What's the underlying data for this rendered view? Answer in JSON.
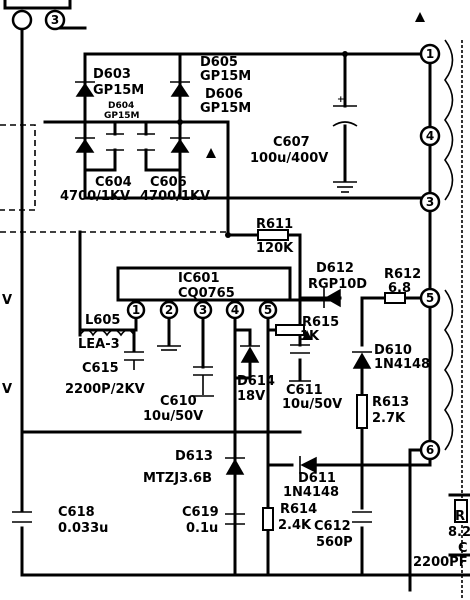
{
  "labels": {
    "d603": "D603",
    "d603_part": "GP15M",
    "d604": "D604",
    "d604_part": "GP15M",
    "d605": "D605",
    "d605_part": "GP15M",
    "d606": "D606",
    "d606_part": "GP15M",
    "c604": "C604",
    "c604_val": "4700/1KV",
    "c606": "C606",
    "c606_val": "4700/1KV",
    "c607": "C607",
    "c607_val": "100u/400V",
    "r611": "R611",
    "r611_val": "120K",
    "ic601": "IC601",
    "ic601_part": "CQ0765",
    "d612": "D612",
    "d612_part": "RGP10D",
    "r612": "R612",
    "r612_val": "6.8",
    "r615": "R615",
    "r615_val": "1K",
    "l605": "L605",
    "l605_part": "LEA-3",
    "c615": "C615",
    "c615_val": "2200P/2KV",
    "c610": "C610",
    "c610_val": "10u/50V",
    "d614": "D614",
    "d614_val": "18V",
    "c611": "C611",
    "c611_val": "10u/50V",
    "d610": "D610",
    "d610_part": "1N4148",
    "r613": "R613",
    "r613_val": "2.7K",
    "d613": "D613",
    "d613_part": "MTZJ3.6B",
    "d611": "D611",
    "d611_part": "1N4148",
    "c618": "C618",
    "c618_val": "0.033u",
    "c619": "C619",
    "c619_val": "0.1u",
    "r614": "R614",
    "r614_val": "2.4K",
    "c612": "C612",
    "c612_val": "560P",
    "edge_r": "R",
    "edge_r_val": "8.2",
    "edge_c": "C",
    "edge_c_val": "2200PF",
    "edge_v1": "V",
    "edge_v2": "V"
  },
  "ic_pins": [
    "1",
    "2",
    "3",
    "4",
    "5"
  ],
  "transformer_pins": [
    "1",
    "4",
    "3",
    "5",
    "6"
  ],
  "top_pins": [
    "3"
  ]
}
